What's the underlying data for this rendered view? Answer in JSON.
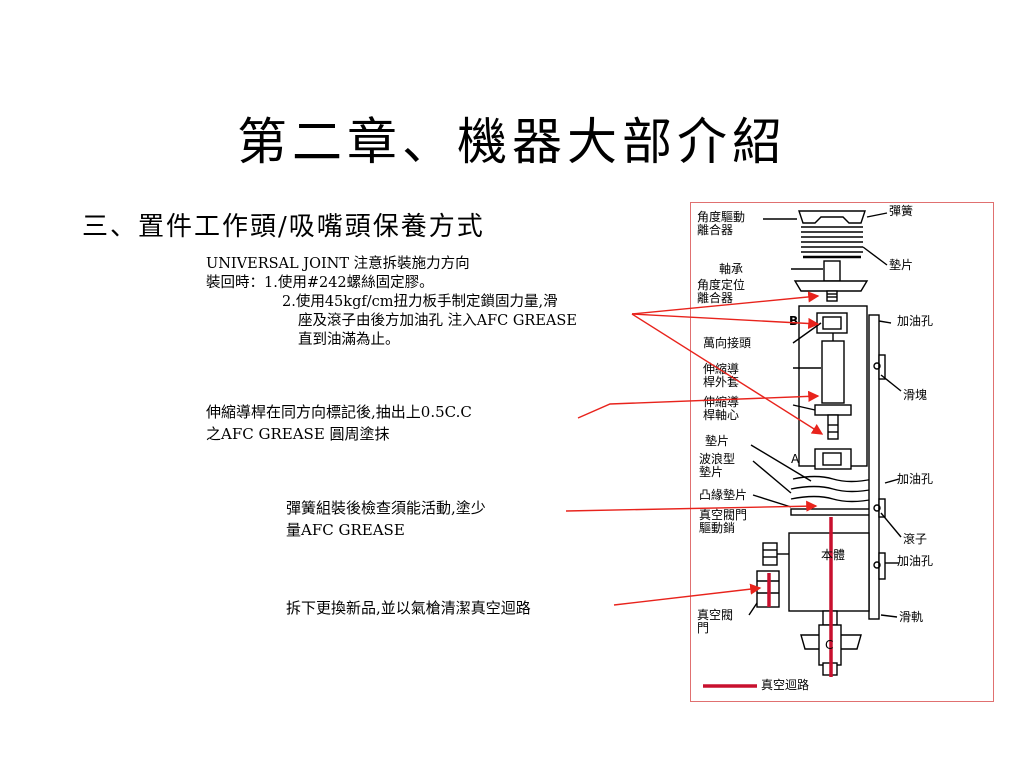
{
  "slide": {
    "title": "第二章、機器大部介紹",
    "subtitle": "三、置件工作頭/吸嘴頭保養方式"
  },
  "notes": {
    "universal_joint": [
      "UNIVERSAL  JOINT 注意拆裝施力方向",
      "裝回時：1.使用#242螺絲固定膠。",
      "        2.使用45kgf/cm扭力板手制定鎖固力量,滑",
      "          座及滾子由後方加油孔 注入AFC GREASE",
      "          直到油滿為止。"
    ],
    "shaft": [
      "伸縮導桿在同方向標記後,抽出上0.5C.C",
      "之AFC GREASE 圓周塗抹"
    ],
    "spring": [
      "彈簧組裝後檢查須能活動,塗少",
      "量AFC GREASE"
    ],
    "vacuum": [
      "拆下更換新品,並以氣槍清潔真空迴路"
    ]
  },
  "figure": {
    "labels": {
      "angle_drive": [
        "角度驅動",
        "離合器"
      ],
      "spring": "彈簧",
      "washer_top": "墊片",
      "bearing": "軸承",
      "angle_position": [
        "角度定位",
        "離合器"
      ],
      "mark_b": "B",
      "oil_hole_1": "加油孔",
      "universal": "萬向接頭",
      "shaft_outer": [
        "伸縮導",
        "桿外套"
      ],
      "slider": "滑塊",
      "shaft_core": [
        "伸縮導",
        "桿軸心"
      ],
      "washer": "墊片",
      "mark_a": "A",
      "wave_washer": [
        "波浪型",
        "墊片"
      ],
      "oil_hole_2": "加油孔",
      "convex_washer": "凸緣墊片",
      "valve_pin": [
        "真空閥門",
        "驅動銷"
      ],
      "roller": "滾子",
      "body": "本體",
      "oil_hole_3": "加油孔",
      "valve": [
        "真空閥",
        "門"
      ],
      "rail": "滑軌",
      "mark_c": "C",
      "legend": "真空迴路"
    }
  },
  "colors": {
    "arrow": "#e8231c",
    "vacuum_path": "#c8102e",
    "frame": "#e07070"
  }
}
